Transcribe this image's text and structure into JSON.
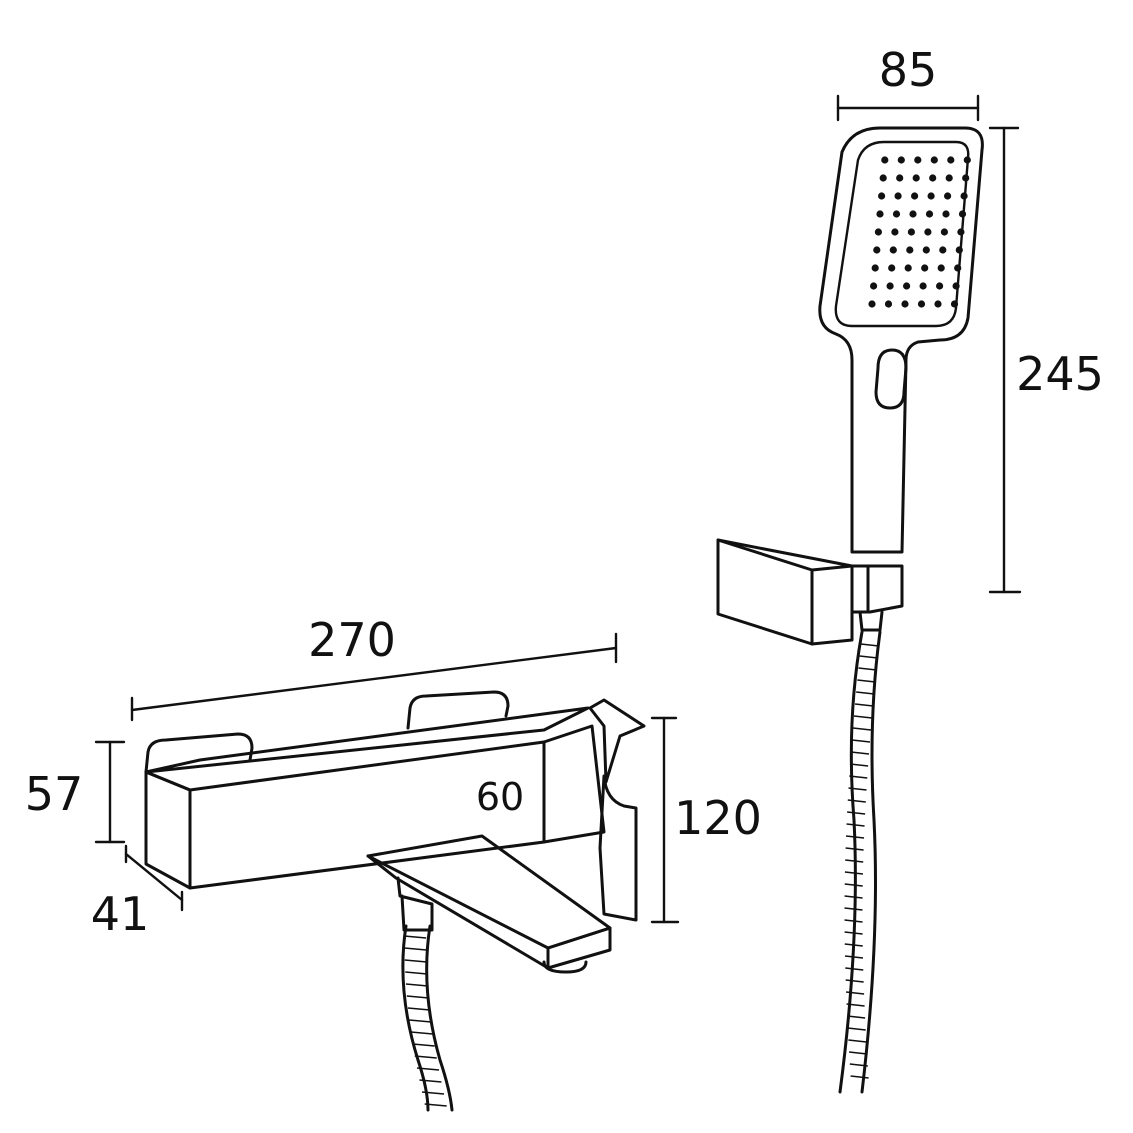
{
  "dimensions": {
    "handshower_width": "85",
    "handshower_height": "245",
    "mixer_length": "270",
    "mixer_body_height": "57",
    "mixer_depth": "41",
    "mixer_total_height": "120",
    "spout_label": "60"
  }
}
